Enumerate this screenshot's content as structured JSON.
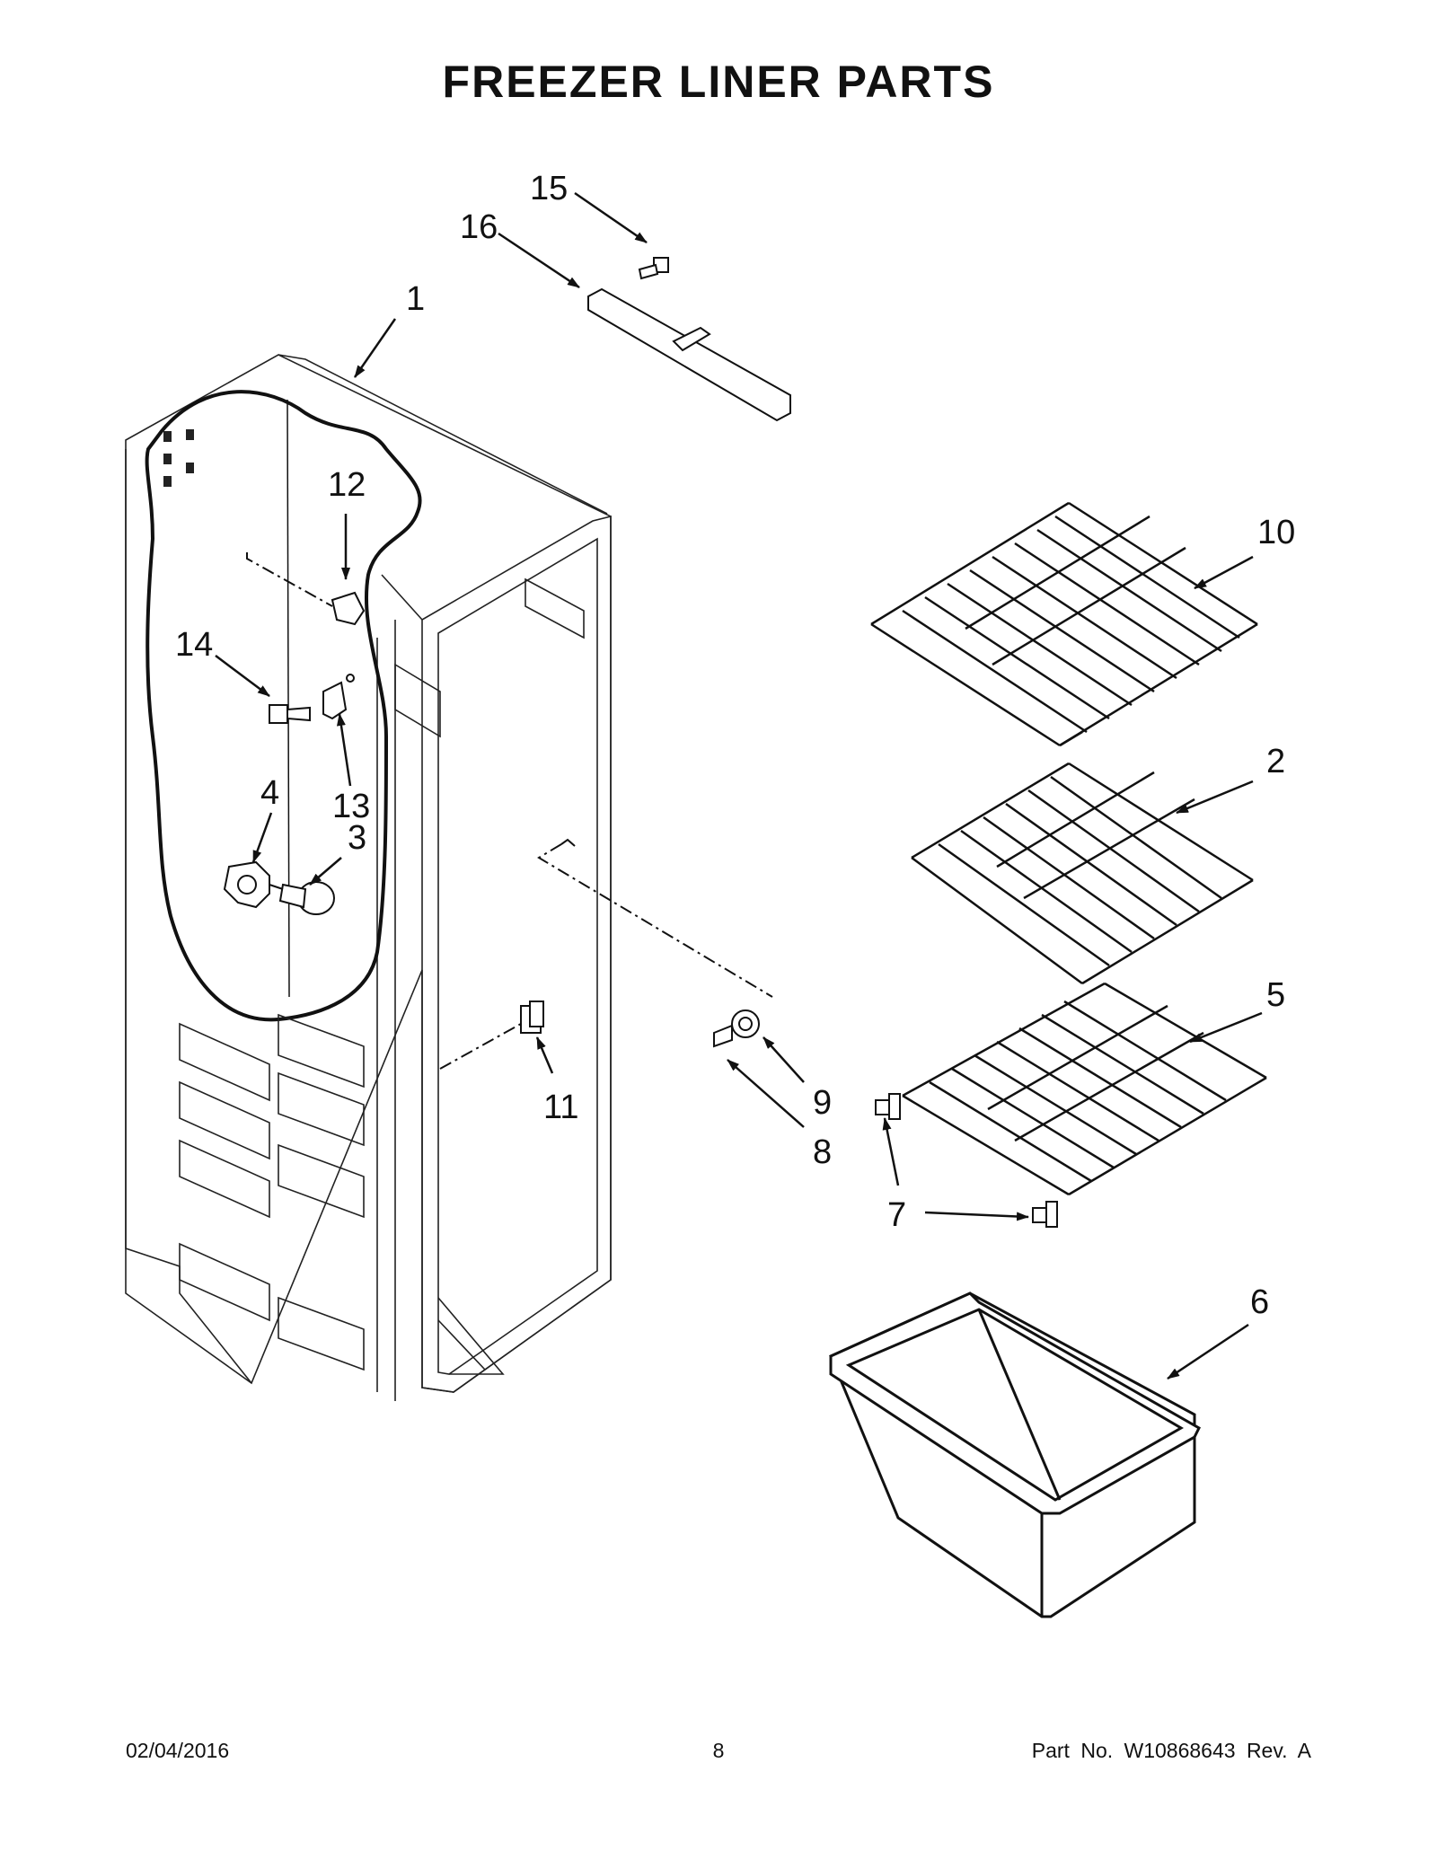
{
  "title": "FREEZER LINER PARTS",
  "callouts": {
    "c1": "1",
    "c2": "2",
    "c3": "3",
    "c4": "4",
    "c5": "5",
    "c6": "6",
    "c7": "7",
    "c8": "8",
    "c9": "9",
    "c10": "10",
    "c11": "11",
    "c12": "12",
    "c13": "13",
    "c14": "14",
    "c15": "15",
    "c16": "16"
  },
  "footer": {
    "date": "02/04/2016",
    "page": "8",
    "part_number": "Part No.  W10868643  Rev.  A"
  }
}
